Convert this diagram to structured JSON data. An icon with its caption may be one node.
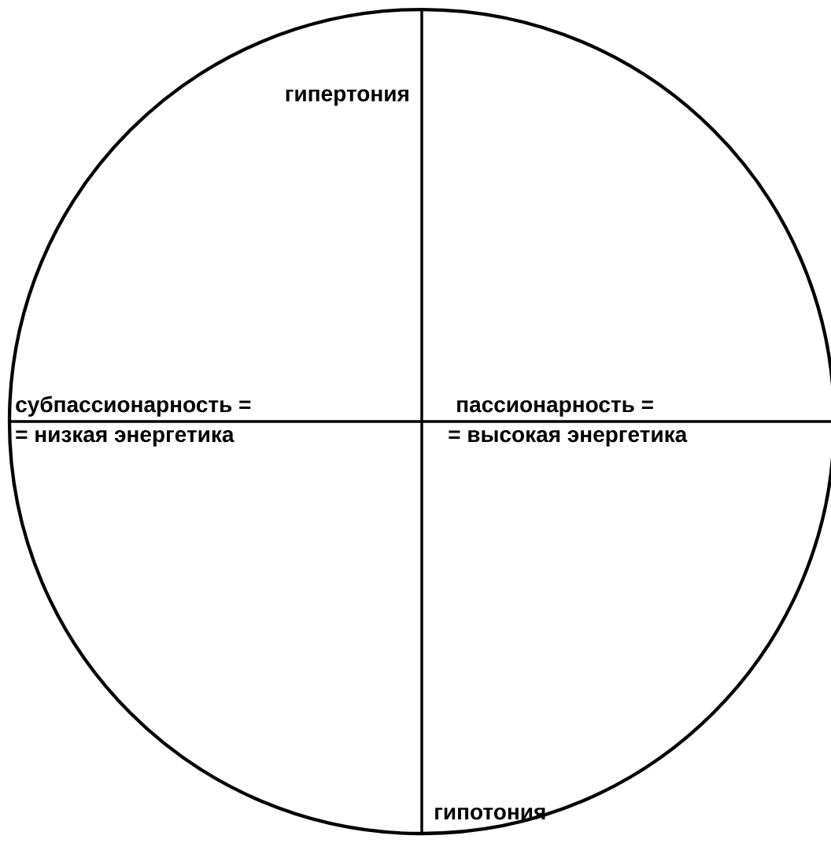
{
  "diagram": {
    "nodes": [
      {
        "text": [
          "гипертония",
          "субпассионарность =",
          "= низкая энергетика",
          "пассионарность =",
          "= высокая энергетика",
          "гипотония"
        ]
      }
    ]
  }
}
